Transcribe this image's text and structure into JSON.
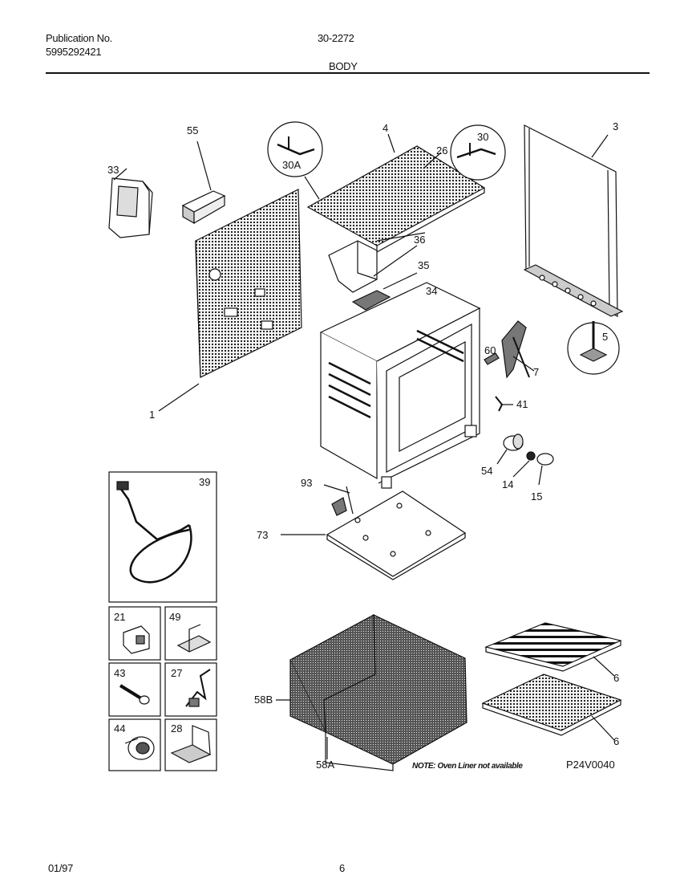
{
  "header": {
    "publication_label": "Publication No.",
    "publication_number": "5995292421",
    "model": "30-2272",
    "section": "BODY"
  },
  "footer": {
    "date": "01/97",
    "page": "6"
  },
  "diagram": {
    "note": "NOTE: Oven Liner not available",
    "code": "P24V0040",
    "callouts": {
      "c1": "1",
      "c3": "3",
      "c4": "4",
      "c5": "5",
      "c6a": "6",
      "c6b": "6",
      "c7": "7",
      "c14": "14",
      "c15": "15",
      "c26": "26",
      "c30": "30",
      "c30a": "30A",
      "c33": "33",
      "c34": "34",
      "c35": "35",
      "c36": "36",
      "c41": "41",
      "c54": "54",
      "c55": "55",
      "c58a": "58A",
      "c58b": "58B",
      "c60": "60",
      "c73": "73",
      "c93": "93"
    },
    "boxes": {
      "b39": "39",
      "b21": "21",
      "b49": "49",
      "b43": "43",
      "b27": "27",
      "b44": "44",
      "b28": "28"
    }
  }
}
